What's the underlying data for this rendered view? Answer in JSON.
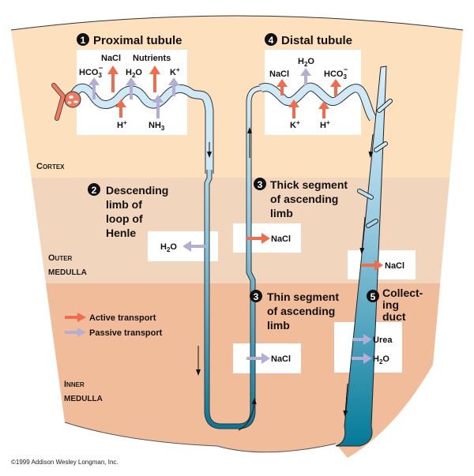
{
  "title": "Nephron transport along the tubule",
  "colors": {
    "cortex": "#fde0bd",
    "outer_medulla": "#f2d5bd",
    "inner_medulla": "#f1bc9a",
    "active": "#f26b4d",
    "passive": "#b3aed3",
    "tubule_light": "#cfe9f7",
    "tubule_dark": "#0a7d9c",
    "glomerulus": "#f07a60"
  },
  "regions": {
    "cortex": "Cortex",
    "outer_medulla_1": "Outer",
    "outer_medulla_2": "medulla",
    "inner_medulla_1": "Inner",
    "inner_medulla_2": "medulla"
  },
  "sections": {
    "proximal": {
      "number": "1",
      "title": "Proximal tubule",
      "labels": {
        "nacl": "NaCl",
        "nutrients": "Nutrients",
        "hco3": "HCO",
        "hco3_sub": "3",
        "hco3_sup": "−",
        "h2o": "H",
        "h2o_sub": "2",
        "h2o_tail": "O",
        "k": "K",
        "k_sup": "+",
        "h": "H",
        "h_sup": "+",
        "nh3": "NH",
        "nh3_sub": "3"
      }
    },
    "descending": {
      "number": "2",
      "title_lines": [
        "Descending",
        "limb of",
        "loop of",
        "Henle"
      ],
      "label": "H",
      "label_sub": "2",
      "label_tail": "O"
    },
    "thick_ascending": {
      "number": "3",
      "title_lines": [
        "Thick segment",
        "of ascending",
        "limb"
      ],
      "label": "NaCl"
    },
    "thin_ascending": {
      "number": "3",
      "title_lines": [
        "Thin segment",
        "of ascending",
        "limb"
      ],
      "label": "NaCl"
    },
    "distal": {
      "number": "4",
      "title": "Distal tubule",
      "labels": {
        "nacl": "NaCl",
        "h2o": "H",
        "h2o_sub": "2",
        "h2o_tail": "O",
        "hco3": "HCO",
        "hco3_sub": "3",
        "hco3_sup": "−",
        "k": "K",
        "k_sup": "+",
        "h": "H",
        "h_sup": "+"
      }
    },
    "collecting": {
      "number": "5",
      "title_lines": [
        "Collect-",
        "ing",
        "duct"
      ],
      "outer_label": "NaCl",
      "urea": "Urea",
      "h2o": "H",
      "h2o_sub": "2",
      "h2o_tail": "O"
    }
  },
  "legend": {
    "active": "Active transport",
    "passive": "Passive transport"
  },
  "copyright": "©1999 Addison Wesley Longman, Inc."
}
